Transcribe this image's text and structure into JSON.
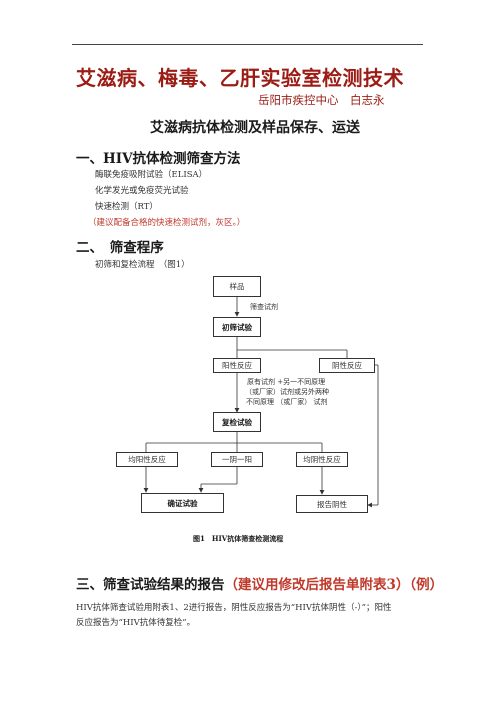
{
  "header": {
    "title": "艾滋病、梅毒、乙肝实验室检测技术",
    "author": "岳阳市疾控中心　白志永",
    "subtitle": "艾滋病抗体检测及样品保存、运送"
  },
  "section1": {
    "heading": "一、HIV抗体检测筛查方法",
    "items": [
      "酶联免疫吸附试验（ELISA）",
      "化学发光或免疫荧光试验",
      "快速检测（RT）"
    ],
    "note": "（建议配备合格的快速检测试剂，灰区。）"
  },
  "section2": {
    "heading": "二、　筛查程序",
    "intro": "初筛和复检流程　（图1）"
  },
  "flowchart": {
    "sample": "样品",
    "screen_reagent": "筛查试剂",
    "initial_test": "初筛试验",
    "positive": "阳性反应",
    "negative": "阴性反应",
    "retest_note_1": "原有试剂 +另一不同原理",
    "retest_note_2": "（或厂家）试剂或另外两种",
    "retest_note_3": "不同原理 （或厂家） 试剂",
    "retest": "复检试验",
    "both_positive": "均阳性反应",
    "one_pos_one_neg": "一阴一阳",
    "both_negative": "均阴性反应",
    "confirm": "确证试验",
    "report_negative": "报告阴性",
    "caption": "图1　HIV抗体筛查检测流程"
  },
  "section3": {
    "heading": "三、筛查试验结果的报告",
    "heading_red": "（建议用修改后报告单附表3）（例）",
    "para_line1": "HIV抗体筛查试验用附表1、2进行报告，阴性反应报告为“HIV抗体阴性（-）”；阳性",
    "para_line2": "反应报告为“HIV抗体待复检”。"
  }
}
